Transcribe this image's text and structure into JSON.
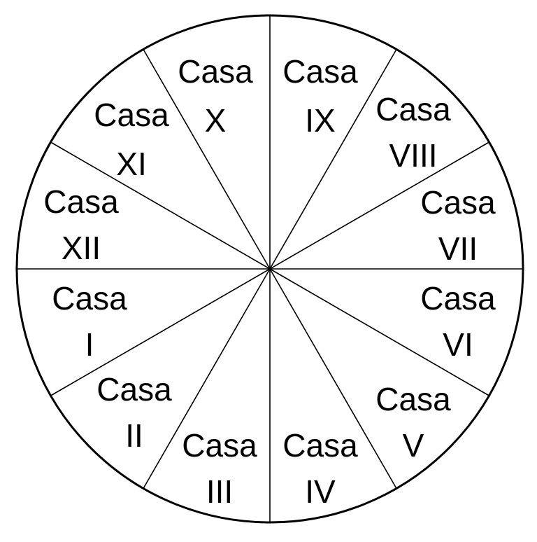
{
  "houses": [
    {
      "word": "Casa",
      "numeral": "I"
    },
    {
      "word": "Casa",
      "numeral": "II"
    },
    {
      "word": "Casa",
      "numeral": "III"
    },
    {
      "word": "Casa",
      "numeral": "IV"
    },
    {
      "word": "Casa",
      "numeral": "V"
    },
    {
      "word": "Casa",
      "numeral": "VI"
    },
    {
      "word": "Casa",
      "numeral": "VII"
    },
    {
      "word": "Casa",
      "numeral": "VIII"
    },
    {
      "word": "Casa",
      "numeral": "IX"
    },
    {
      "word": "Casa",
      "numeral": "X"
    },
    {
      "word": "Casa",
      "numeral": "XI"
    },
    {
      "word": "Casa",
      "numeral": "XII"
    }
  ]
}
